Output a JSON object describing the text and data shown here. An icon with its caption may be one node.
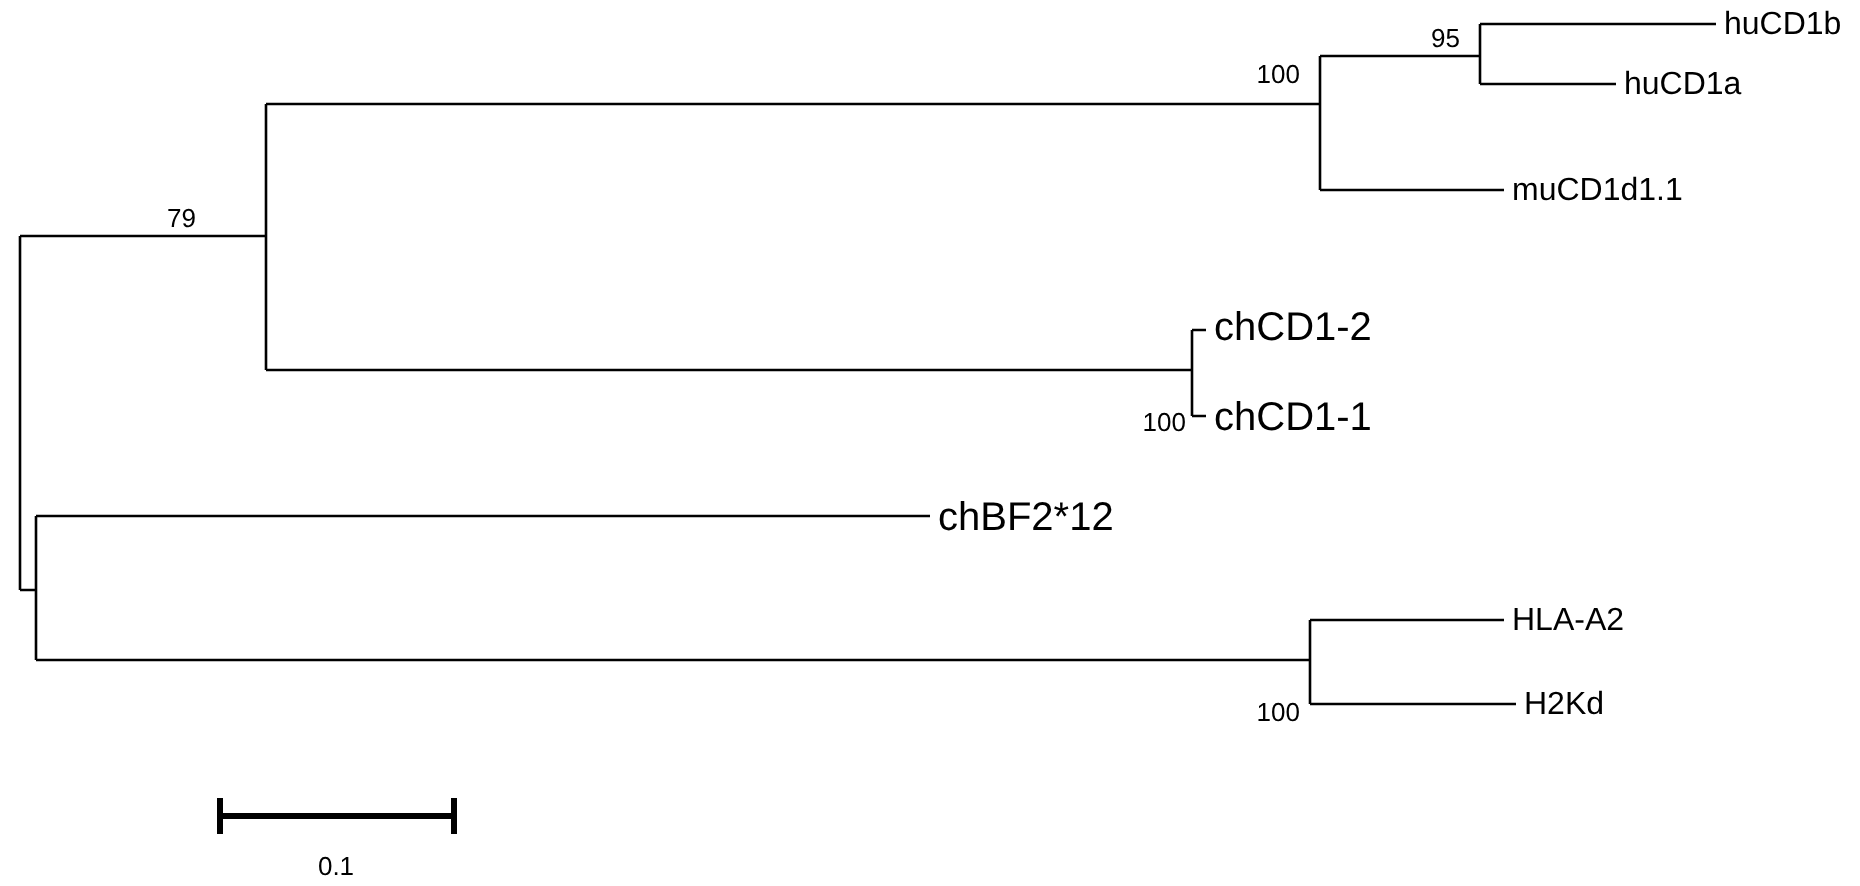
{
  "diagram": {
    "labels": [
      "95",
      "huCD1b",
      "100",
      "huCD1a",
      "79",
      "muCD1d1.1",
      "chCD1-2",
      "100",
      "chCD1-1",
      "chBF2*12",
      "HLA-A2",
      "100",
      "H2Kd",
      "0.1"
    ]
  }
}
